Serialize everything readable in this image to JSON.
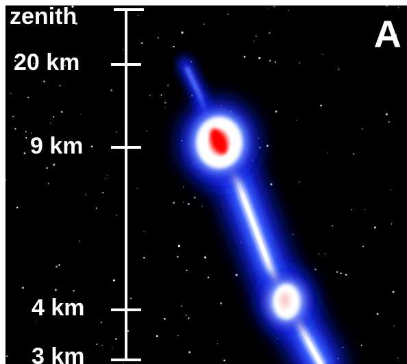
{
  "panel_label": "A",
  "altitude_scale": {
    "top_label": "zenith",
    "ticks": [
      "20 km",
      "9 km",
      "4 km",
      "3 km"
    ]
  },
  "colors": {
    "sky": "#000000",
    "scale": "#ffffff",
    "glow_outer": "#0a1bd8",
    "glow_mid": "#7fa0ff",
    "core": "#ffffff",
    "hotspot": "#ff1a1a"
  }
}
